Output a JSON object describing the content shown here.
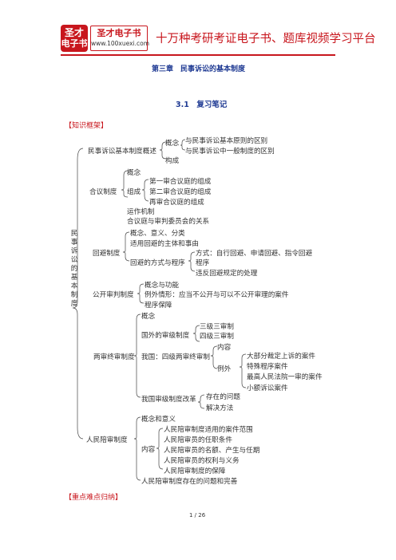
{
  "header": {
    "logo_top": "圣才",
    "logo_bottom": "电子书",
    "brand_name": "圣才电子书",
    "brand_url": "www.100xuexi.com",
    "slogan": "十万种考研考证电子书、题库视频学习平台"
  },
  "chapter_title": "第三章　民事诉讼的基本制度",
  "section_title": "3.1　复习笔记",
  "framework_label": "【知识框架】",
  "key_points_label": "【重点难点归纳】",
  "page_number": "1 / 26",
  "colors": {
    "brand_red": "#c8161d",
    "heading_blue": "#1f3a93"
  },
  "tree": {
    "root": "民事诉讼的基本制度",
    "n1": {
      "label": "民事诉讼基本制度概述",
      "concept": "概念",
      "concept_a": "与民事诉讼基本原则的区别",
      "concept_b": "与民事诉讼中一般制度的区别",
      "structure": "构成"
    },
    "n2": {
      "label": "合议制度",
      "concept": "概念",
      "compose": "组成",
      "c1": "第一审合议庭的组成",
      "c2": "第二审合议庭的组成",
      "c3": "再审合议庭的组成",
      "operation": "运作机制",
      "relation": "合议庭与审判委员会的关系"
    },
    "n3": {
      "label": "回避制度",
      "a": "概念、意义、分类",
      "b": "适用回避的主体和事由",
      "c": "回避的方式与程序",
      "c1": "方式：自行回避、申请回避、指令回避",
      "c2": "程序",
      "c3": "违反回避规定的处理"
    },
    "n4": {
      "label": "公开审判制度",
      "a": "概念与功能",
      "b": "例外情形：应当不公开与可以不公开审理的案件",
      "c": "程序保障"
    },
    "n5": {
      "label": "两审终审制度",
      "a": "概念",
      "b": "国外的审级制度",
      "b1": "三级三审制",
      "b2": "四级三审制",
      "c": "我国：四级两审终审制",
      "c1": "内容",
      "c2": "例外",
      "e1": "大部分裁定上诉的案件",
      "e2": "特殊程序案件",
      "e3": "最高人民法院一审的案件",
      "e4": "小额诉讼案件",
      "d": "我国审级制度改革",
      "d1": "存在的问题",
      "d2": "解决方法"
    },
    "n6": {
      "label": "人民陪审制度",
      "a": "概念和意义",
      "b": "内容",
      "b1": "人民陪审制度适用的案件范围",
      "b2": "人民陪审员的任职条件",
      "b3": "人民陪审员的名额、产生与任期",
      "b4": "人民陪审员的权利与义务",
      "b5": "人民陪审制度的保障",
      "c": "人民陪审制度存在的问题和完善"
    }
  }
}
